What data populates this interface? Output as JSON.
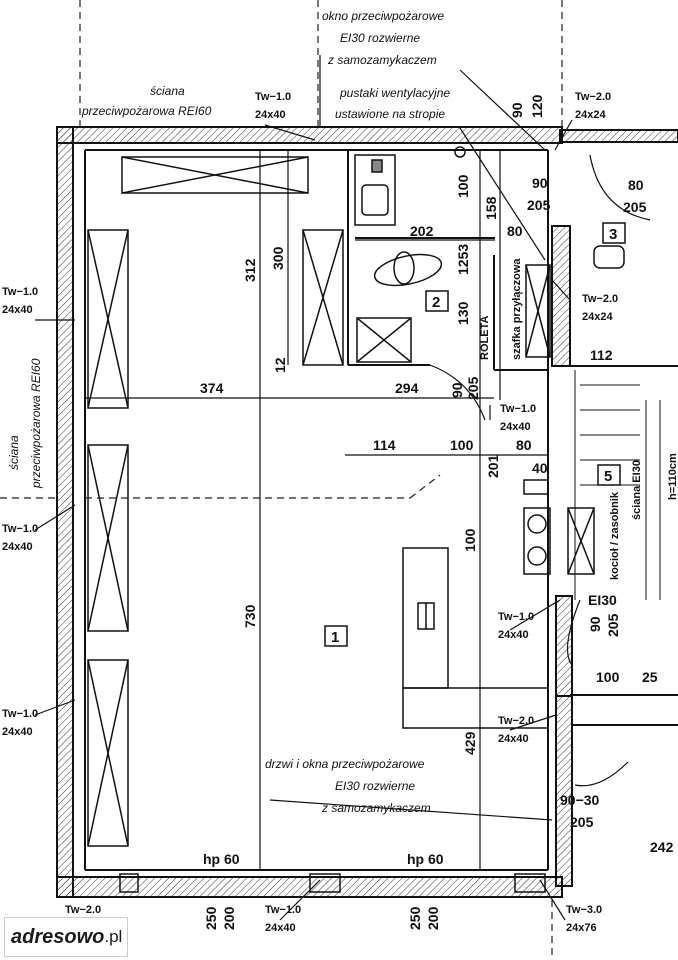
{
  "rooms": [
    {
      "id": "room-1",
      "label": "1"
    },
    {
      "id": "room-2",
      "label": "2"
    },
    {
      "id": "room-3",
      "label": "3"
    },
    {
      "id": "room-5",
      "label": "5"
    }
  ],
  "notes": {
    "top_door_1": "okno przeciwpożarowe",
    "top_door_2": "EI30 rozwierne",
    "top_door_3": "z samozamykaczem",
    "top_wall_1": "ściana",
    "top_wall_2": "przeciwpożarowa REI60",
    "vents_1": "pustaki wentylacyjne",
    "vents_2": "ustawione na stropie",
    "left_wall_1": "ściana",
    "left_wall_2": "przeciwpożarowa REI60",
    "center_door_1": "drzwi i okna przeciwpożarowe",
    "center_door_2": "EI30 rozwierne",
    "center_door_3": "z samozamykaczem",
    "roleta": "ROLETA",
    "szafka": "szafka przyłączowa",
    "kocioł": "kocioł / zasobnik",
    "stair_ei": "EI30",
    "stair_right": "ściana EI30",
    "stair_height": "h=110cm"
  },
  "vent_labels": [
    {
      "id": "tw1-top",
      "code": "Tw−1.0",
      "size": "24x40"
    },
    {
      "id": "tw2-top",
      "code": "Tw−2.0",
      "size": "24x24"
    },
    {
      "id": "tw1-left1",
      "code": "Tw−1.0",
      "size": "24x40"
    },
    {
      "id": "tw1-left2",
      "code": "Tw−1.0",
      "size": "24x40"
    },
    {
      "id": "tw1-left3",
      "code": "Tw−1.0",
      "size": "24x40"
    },
    {
      "id": "tw2-shaft",
      "code": "Tw−2.0",
      "size": "24x24"
    },
    {
      "id": "tw1-mid",
      "code": "Tw−1.0",
      "size": "24x40"
    },
    {
      "id": "tw1-right",
      "code": "Tw−1.0",
      "size": "24x40"
    },
    {
      "id": "tw2-right",
      "code": "Tw−2.0",
      "size": "24x40"
    },
    {
      "id": "tw2-bot",
      "code": "Tw−2.0",
      "size": ""
    },
    {
      "id": "tw1-bot",
      "code": "Tw−1.0",
      "size": "24x40"
    },
    {
      "id": "tw3-bot",
      "code": "Tw−3.0",
      "size": "24x76"
    }
  ],
  "dims": {
    "d312": "312",
    "d300": "300",
    "d202": "202",
    "d80a": "80",
    "d90a": "90",
    "d120": "120",
    "d90b": "90",
    "d205a": "205",
    "d80b": "80",
    "d205b": "205",
    "d100a": "100",
    "d158": "158",
    "d1253": "1253",
    "d130": "130",
    "d374": "374",
    "d12": "12",
    "d294": "294",
    "d90c": "90",
    "d205c": "205",
    "d114": "114",
    "d100b": "100",
    "d80c": "80",
    "d201": "201",
    "d40": "40",
    "d100c": "100",
    "d730": "730",
    "d112": "112",
    "d90d": "90",
    "d205d": "205",
    "d100d": "100",
    "d25": "25",
    "d429": "429",
    "d9030": "90−30",
    "d205e": "205",
    "d242": "242",
    "hp1": "hp 60",
    "hp2": "hp 60",
    "d250a": "250",
    "d200a": "200",
    "d250b": "250",
    "d200b": "200"
  },
  "watermark": {
    "brand": "adresowo",
    "tld": ".pl"
  }
}
